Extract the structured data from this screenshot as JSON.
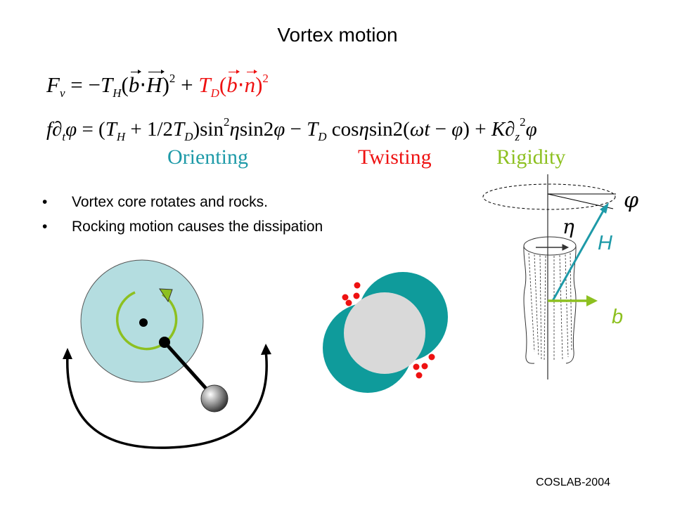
{
  "title": "Vortex motion",
  "labels": {
    "orienting": "Orienting",
    "twisting": "Twisting",
    "rigidity": "Rigidity"
  },
  "bullets": [
    "Vortex core rotates and rocks.",
    "Rocking motion causes the dissipation"
  ],
  "diagram_labels": {
    "phi": "φ",
    "eta": "η",
    "H": "H",
    "b": "b"
  },
  "footer": "COSLAB-2004",
  "colors": {
    "teal": "#1e9aa8",
    "green": "#8dc020",
    "red": "#ee1111",
    "dark_teal": "#0f9b9b",
    "light_blue": "#b4dde0"
  },
  "icons": [
    "rotation-arrow-icon",
    "rocking-arrow-icon"
  ]
}
